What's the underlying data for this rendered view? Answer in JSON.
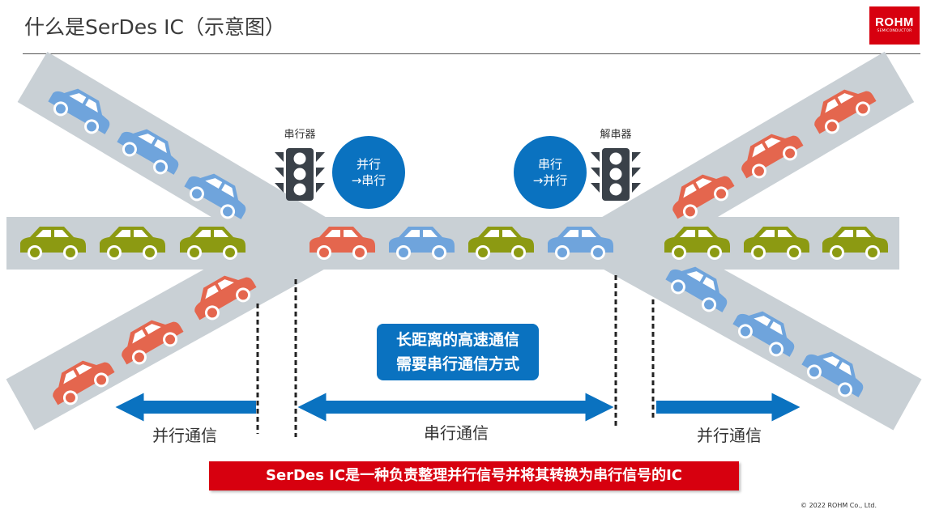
{
  "title": "什么是SerDes IC（示意图）",
  "logo": {
    "name": "ROHM",
    "sub": "SEMICONDUCTOR"
  },
  "serializer": {
    "label": "串行器",
    "circle_line1": "并行",
    "circle_line2": "→串行"
  },
  "deserializer": {
    "label": "解串器",
    "circle_line1": "串行",
    "circle_line2": "→并行"
  },
  "center_note": {
    "line1": "长距离的高速通信",
    "line2": "需要串行通信方式"
  },
  "labels": {
    "left": "并行通信",
    "middle": "串行通信",
    "right": "并行通信"
  },
  "banner": "SerDes IC是一种负责整理并行信号并将其转换为串行信号的IC",
  "copyright": "© 2022 ROHM Co., Ltd.",
  "colors": {
    "road": "#c9d0d5",
    "blue": "#0a72c0",
    "red": "#d7000f",
    "car_blue": "#6fa4dc",
    "car_red": "#e4664e",
    "car_green": "#8c9a12",
    "light": "#3a4149"
  }
}
